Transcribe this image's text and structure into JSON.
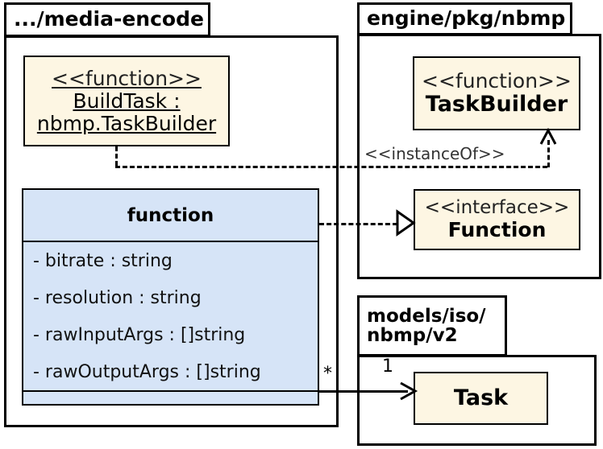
{
  "diagram": {
    "title": "UML class diagram: media-encode function, nbmp TaskBuilder, Function interface, Task model",
    "colors": {
      "class_tan": "#fdf6e3",
      "class_blue": "#d6e4f7",
      "stroke": "#000000",
      "background": "#ffffff"
    }
  },
  "packages": [
    {
      "id": "media-encode",
      "label": ".../media-encode"
    },
    {
      "id": "engine-pkg-nbmp",
      "label": "engine/pkg/nbmp"
    },
    {
      "id": "models-iso-nbmp-v2",
      "label": "models/iso/\nnbmp/v2"
    }
  ],
  "classes": {
    "build_task": {
      "stereotype": "<<function>>",
      "line1": "BuildTask :",
      "line2": "nbmp.TaskBuilder"
    },
    "task_builder": {
      "stereotype": "<<function>>",
      "name": "TaskBuilder"
    },
    "function_interface": {
      "stereotype": "<<interface>>",
      "name": "Function"
    },
    "task": {
      "name": "Task"
    },
    "function_class": {
      "name": "function",
      "attributes": [
        "- bitrate : string",
        "- resolution : string",
        "- rawInputArgs : []string",
        "- rawOutputArgs : []string"
      ],
      "operations": []
    }
  },
  "connectors": [
    {
      "id": "instance-of",
      "label": "<<instanceOf>>",
      "style": "dashed",
      "from": "build_task",
      "to": "task_builder",
      "arrow": "open-triangle-hollow"
    },
    {
      "id": "realization",
      "label": "",
      "style": "dashed",
      "from": "function_class",
      "to": "function_interface",
      "arrow": "hollow-triangle"
    },
    {
      "id": "association-task",
      "label": "",
      "style": "solid",
      "from": "function_class",
      "to": "task",
      "arrow": "open-arrow",
      "source_multiplicity": "*",
      "target_multiplicity": "1"
    }
  ]
}
